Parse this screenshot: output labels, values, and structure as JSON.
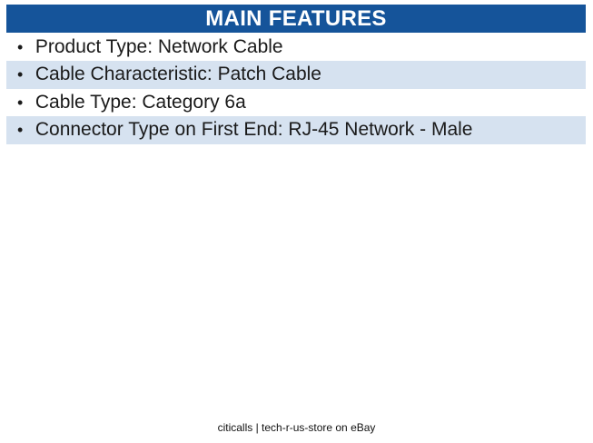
{
  "header": {
    "title": "MAIN FEATURES",
    "bg_color": "#15549a",
    "text_color": "#ffffff"
  },
  "features": {
    "bullet": "•",
    "highlight_color": "#d6e2f0",
    "items": [
      {
        "text": "Product Type: Network Cable",
        "highlighted": false
      },
      {
        "text": "Cable Characteristic: Patch Cable",
        "highlighted": true
      },
      {
        "text": "Cable Type: Category 6a",
        "highlighted": false
      },
      {
        "text": "Connector Type on First End: RJ-45 Network - Male",
        "highlighted": true
      }
    ]
  },
  "footer": {
    "text": "citicalls | tech-r-us-store on eBay"
  }
}
